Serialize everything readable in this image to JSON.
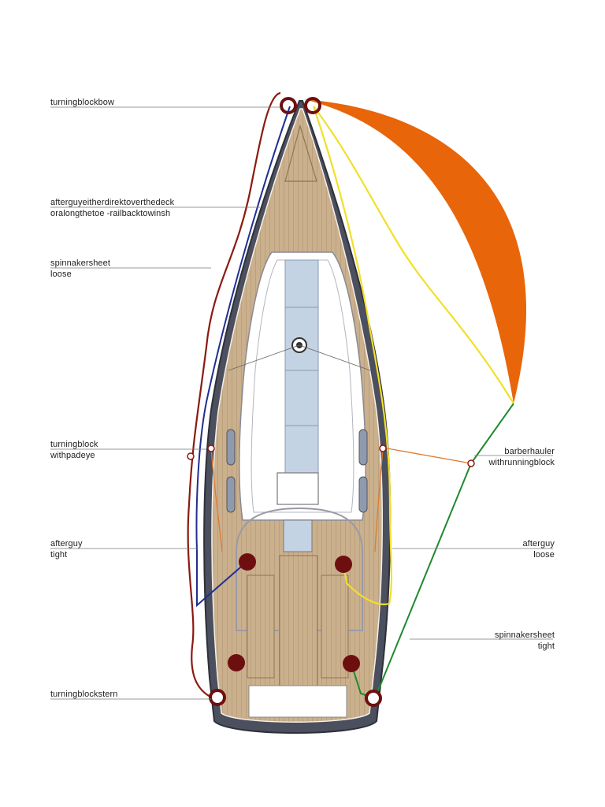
{
  "labels": {
    "turning_block_bow": "turningblockbow",
    "afterguy_route": {
      "line1": "afterguyeitherdirektoverthedeck",
      "line2": "oralongthetoe -railbacktowinsh"
    },
    "spinnaker_sheet_port": {
      "line1": "spinnakersheet",
      "line2": "loose"
    },
    "turning_block_padeye": {
      "line1": "turningblock",
      "line2": "withpadeye"
    },
    "afterguy_port": {
      "line1": "afterguy",
      "line2": "tight"
    },
    "turning_block_stern": "turningblockstern",
    "barberhauler": {
      "line1": "barberhauler",
      "line2": "withrunningblock"
    },
    "afterguy_starboard": {
      "line1": "afterguy",
      "line2": "loose"
    },
    "spinnaker_sheet_starboard": {
      "line1": "spinnakersheet",
      "line2": "tight"
    }
  },
  "colors": {
    "spinnaker": "#e8650a",
    "afterguy_port": "#1f2f8f",
    "spinnaker_sheet_loose": "#8b1a10",
    "sheet_yellow": "#f2df2a",
    "sheet_green": "#1e8a2e",
    "barberhauler_line": "#e07a30",
    "deck_teak": "#cbb08d",
    "hull_outline": "#5a5a66",
    "winch": "#6e0f0f",
    "leader_line": "#777777"
  }
}
